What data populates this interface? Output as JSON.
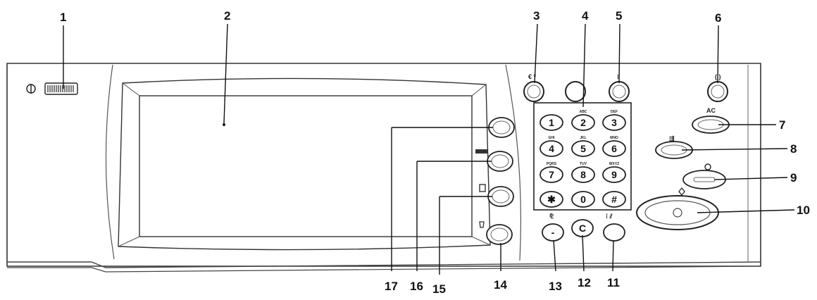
{
  "callouts": [
    "1",
    "2",
    "3",
    "4",
    "5",
    "6",
    "7",
    "8",
    "9",
    "10",
    "11",
    "12",
    "13",
    "14",
    "15",
    "16",
    "17"
  ],
  "keypad": {
    "keys": [
      {
        "digit": "1",
        "letters": ""
      },
      {
        "digit": "2",
        "letters": "ABC"
      },
      {
        "digit": "3",
        "letters": "DEF"
      },
      {
        "digit": "4",
        "letters": "GHI"
      },
      {
        "digit": "5",
        "letters": "JKL"
      },
      {
        "digit": "6",
        "letters": "MNO"
      },
      {
        "digit": "7",
        "letters": "PQRS"
      },
      {
        "digit": "8",
        "letters": "TUV"
      },
      {
        "digit": "9",
        "letters": "WXYZ"
      },
      {
        "digit": "✱",
        "letters": ""
      },
      {
        "digit": "0",
        "letters": ""
      },
      {
        "digit": "#",
        "letters": ""
      }
    ]
  },
  "button_labels": {
    "clear_all": "AC",
    "clear_key": "C",
    "dial_pause": "-"
  },
  "icons": {
    "power": "power-switch-icon",
    "start": "start-diamond-icon",
    "stop": "stop-icon",
    "interrupt": "interrupt-icon"
  }
}
